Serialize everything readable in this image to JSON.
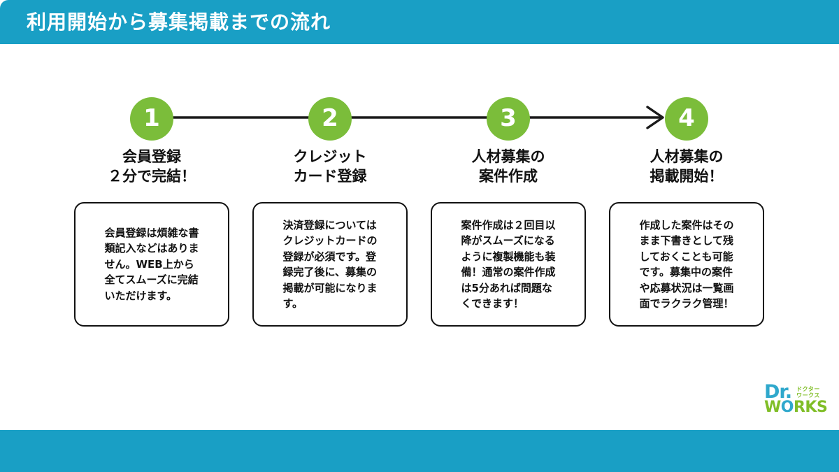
{
  "header": {
    "title": "利用開始から募集掲載までの流れ"
  },
  "steps": [
    {
      "number": "1",
      "title": "会員登録\n２分で完結！",
      "description": "会員登録は煩雑な書\n類記入などはありま\nせん。WEB上から\n全てスムーズに完結\nいただけます。"
    },
    {
      "number": "2",
      "title": "クレジット\nカード登録",
      "description": "決済登録については\nクレジットカードの\n登録が必須です。登\n録完了後に、募集の\n掲載が可能になりま\nす。"
    },
    {
      "number": "3",
      "title": "人材募集の\n案件作成",
      "description": "案件作成は２回目以\n降がスムーズになる\nように複製機能も装\n備！通常の案件作成\nは5分あれば問題な\nくできます！"
    },
    {
      "number": "4",
      "title": "人材募集の\n掲載開始！",
      "description": "作成した案件はその\nまま下書きとして残\nしておくことも可能\nです。募集中の案件\nや応募状況は一覧画\n面でラクラク管理！"
    }
  ],
  "logo": {
    "dr": "Dr.",
    "works_w": "W",
    "works_o": "O",
    "works_rks": "RKS",
    "katakana": "ドクター\nワークス"
  },
  "colors": {
    "bar_blue": "#199FC5",
    "circle_green": "#7BBD3A",
    "logo_teal": "#2FA8CC",
    "logo_green": "#80BE27",
    "arrow_black": "#1A1A1A"
  }
}
